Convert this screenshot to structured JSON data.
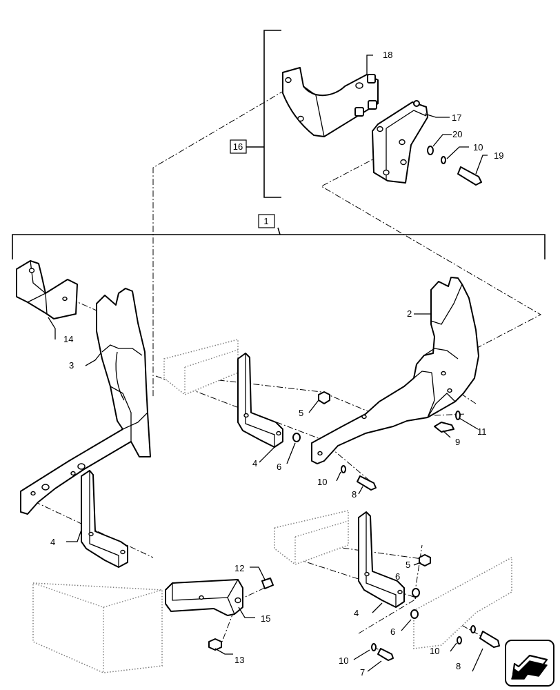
{
  "callouts": {
    "c1": "1",
    "c2": "2",
    "c3": "3",
    "c4a": "4",
    "c4b": "4",
    "c4c": "4",
    "c5a": "5",
    "c5b": "5",
    "c6a": "6",
    "c6b": "6",
    "c6c": "6",
    "c7": "7",
    "c8a": "8",
    "c8b": "8",
    "c9": "9",
    "c10a": "10",
    "c10b": "10",
    "c10c": "10",
    "c10d": "10",
    "c11": "11",
    "c12": "12",
    "c13": "13",
    "c14": "14",
    "c15": "15",
    "c16": "16",
    "c17": "17",
    "c18": "18",
    "c19": "19",
    "c20": "20"
  },
  "icons": {
    "corner": "return-arrow-icon"
  },
  "colors": {
    "line": "#000000",
    "context": "#808080",
    "background": "#ffffff"
  }
}
